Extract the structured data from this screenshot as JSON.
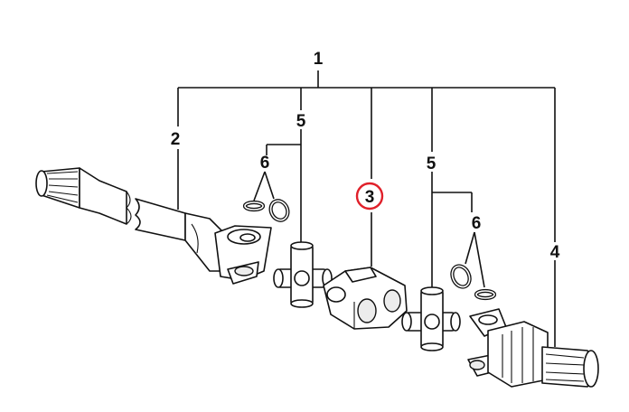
{
  "diagram": {
    "labels": {
      "assembly": "1",
      "shaft": "2",
      "center_yoke": "3",
      "stub_shaft": "4",
      "cross_left": "5",
      "cross_right": "5",
      "snap_rings_left": "6",
      "snap_rings_right": "6"
    },
    "highlight_color": "#e0202a",
    "line_color": "#111111"
  }
}
